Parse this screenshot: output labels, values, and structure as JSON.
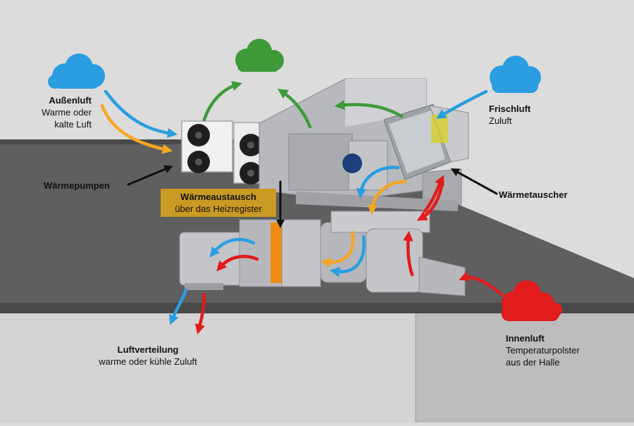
{
  "labels": {
    "aussenluft": {
      "title": "Außenluft",
      "line1": "Warme oder",
      "line2": "kalte Luft"
    },
    "frischluft": {
      "title": "Frischluft",
      "sub": "Zuluft"
    },
    "waermepumpen": {
      "title": "Wärmepumpen"
    },
    "waermetauscher": {
      "title": "Wärmetauscher"
    },
    "waermeaustausch": {
      "title": "Wärmeaustausch",
      "sub": "über das Heizregister"
    },
    "luftverteilung": {
      "title": "Luftverteilung",
      "sub": "warme oder kühle Zuluft"
    },
    "innenluft": {
      "title": "Innenluft",
      "line1": "Temperaturpolster",
      "line2": "aus der Halle"
    }
  },
  "colors": {
    "cold_air": "#2a9ee0",
    "warm_air": "#f5a623",
    "hot_air": "#e21b1b",
    "exhaust_air": "#3f9a3a",
    "callout": "#c99a24",
    "wall": "#dcdcdc",
    "ceiling": "#5f5f5f",
    "duct": "#bdbfc3"
  },
  "icons": [
    "blue-cloud-icon",
    "green-cloud-icon",
    "red-cloud-icon",
    "fan-icon"
  ]
}
